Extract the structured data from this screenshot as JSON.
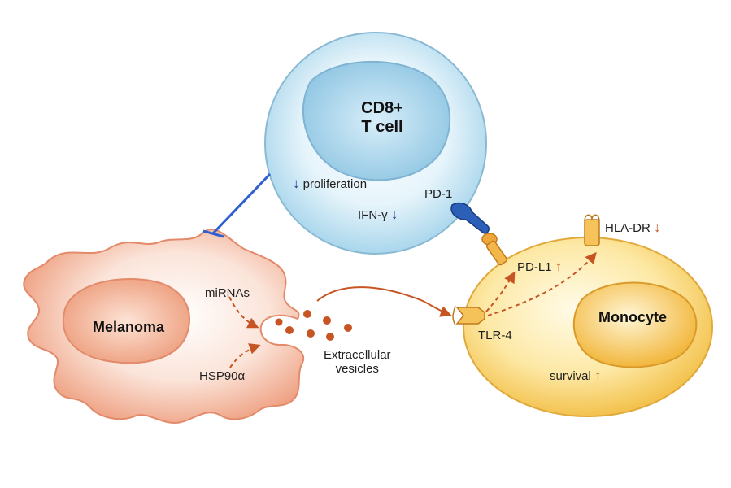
{
  "colors": {
    "tcell": "#bfe2f2",
    "tcell_edge": "#8ab9d3",
    "melanoma": "#f2b59c",
    "melanoma_edge": "#e38a6a",
    "monocyte": "#f8d870",
    "monocyte_edge": "#e0a93a",
    "arrow_orange": "#c75524",
    "arrow_blue": "#1f3c8a",
    "inhibit_blue": "#2f5fcf"
  },
  "cells": {
    "tcell": {
      "line1": "CD8+",
      "line2": "T cell"
    },
    "melanoma": {
      "label": "Melanoma"
    },
    "monocyte": {
      "label": "Monocyte"
    }
  },
  "labels": {
    "proliferation": "proliferation",
    "ifn": "IFN-γ",
    "pd1": "PD-1",
    "pdl1": "PD-L1",
    "hladr": "HLA-DR",
    "mirnas": "miRNAs",
    "hsp90": "HSP90α",
    "ev_line1": "Extracellular",
    "ev_line2": "vesicles",
    "tlr4": "TLR-4",
    "survival": "survival"
  },
  "indicators": {
    "down": "↓",
    "up": "↑"
  }
}
